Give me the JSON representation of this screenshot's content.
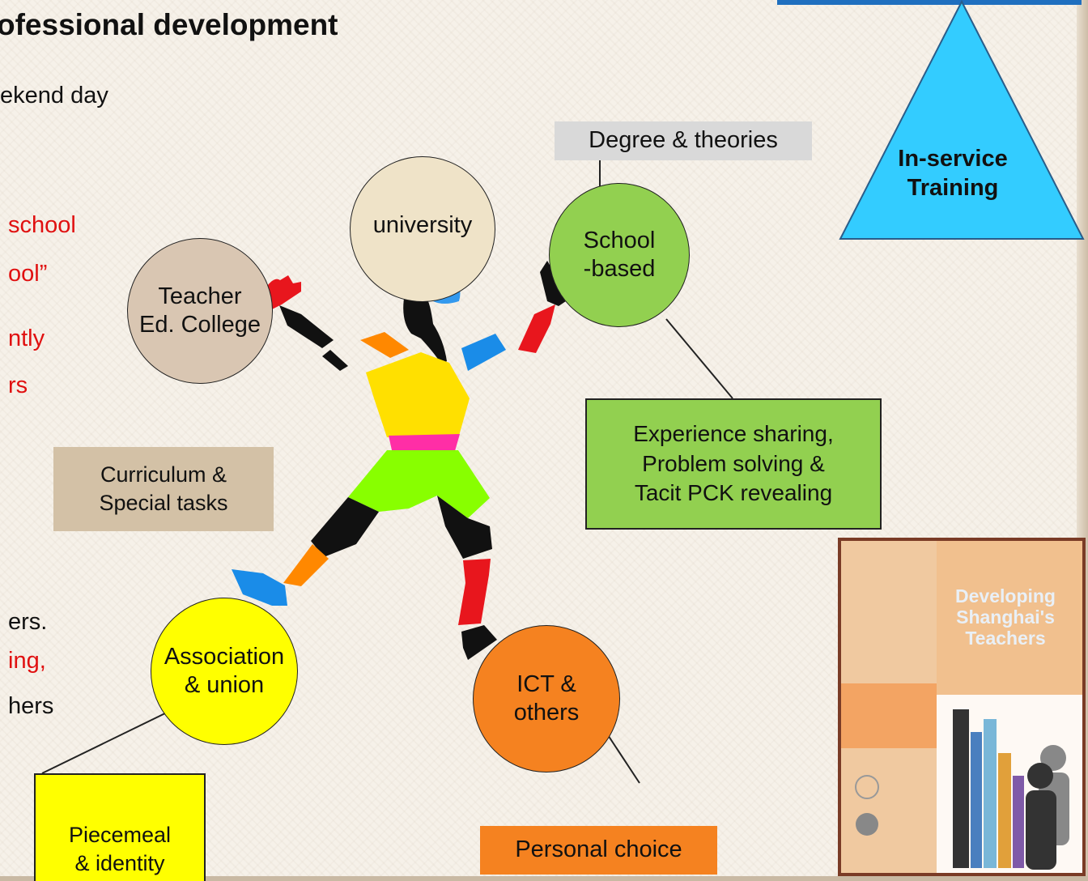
{
  "heading": "ofessional development",
  "left_text": {
    "weekend": "ekend day",
    "school": "school",
    "ool": "ool”",
    "ntly": "ntly",
    "rs": "rs",
    "ers": "ers.",
    "ing": "ing,",
    "hers": "hers"
  },
  "triangle": {
    "label_line1": "In-service",
    "label_line2": "Training",
    "color": "#33ccff"
  },
  "nodes": {
    "university": "university",
    "teacher_college_1": "Teacher",
    "teacher_college_2": "Ed. College",
    "school_based_1": "School",
    "school_based_2": "-based",
    "association_1": "Association",
    "association_2": "& union",
    "ict_1": "ICT &",
    "ict_2": "others"
  },
  "notes": {
    "degree": "Degree & theories",
    "curriculum_1": "Curriculum &",
    "curriculum_2": "Special tasks",
    "experience_1": "Experience sharing,",
    "experience_2": "Problem solving &",
    "experience_3": "Tacit PCK revealing",
    "piecemeal_1": "Piecemeal",
    "piecemeal_2": "& identity",
    "personal": "Personal choice"
  },
  "book": {
    "title_1": "Developing",
    "title_2": "Shanghai's",
    "title_3": "Teachers"
  },
  "colors": {
    "university": "#efe3c8",
    "teacher_college": "#d9c6b2",
    "school_based": "#92d050",
    "association": "#ffff00",
    "ict": "#f58220",
    "degree_box": "#d9d9d9",
    "curriculum_box": "#d3c1a6",
    "experience_box": "#92d050",
    "piecemeal_box": "#ffff00",
    "personal_box": "#f58220"
  }
}
